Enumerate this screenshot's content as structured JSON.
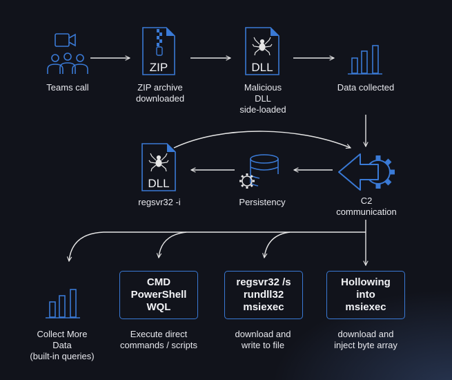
{
  "nodes": {
    "teams_call": "Teams call",
    "zip_archive": "ZIP archive\ndownloaded",
    "malicious_dll": "Malicious\nDLL\nside-loaded",
    "data_collected": "Data collected",
    "c2": "C2\ncommunication",
    "persistency": "Persistency",
    "regsvr32_i": "regsvr32 -i"
  },
  "icons": {
    "zip_text": "ZIP",
    "dll_text": "DLL"
  },
  "boxes": {
    "cmd": "CMD\nPowerShell\nWQL",
    "regsvr": "regsvr32 /s\nrundll32\nmsiexec",
    "hollowing": "Hollowing\ninto\nmsiexec"
  },
  "outcomes": {
    "collect": "Collect More\nData\n(built-in queries)",
    "execute": "Execute direct\ncommands / scripts",
    "download_write": "download and\nwrite to file",
    "download_inject": "download and\ninject byte array"
  },
  "colors": {
    "background": "#11131b",
    "accent": "#3a7ad6",
    "text": "#e8e9ee",
    "arrow": "#e6e6e6"
  }
}
